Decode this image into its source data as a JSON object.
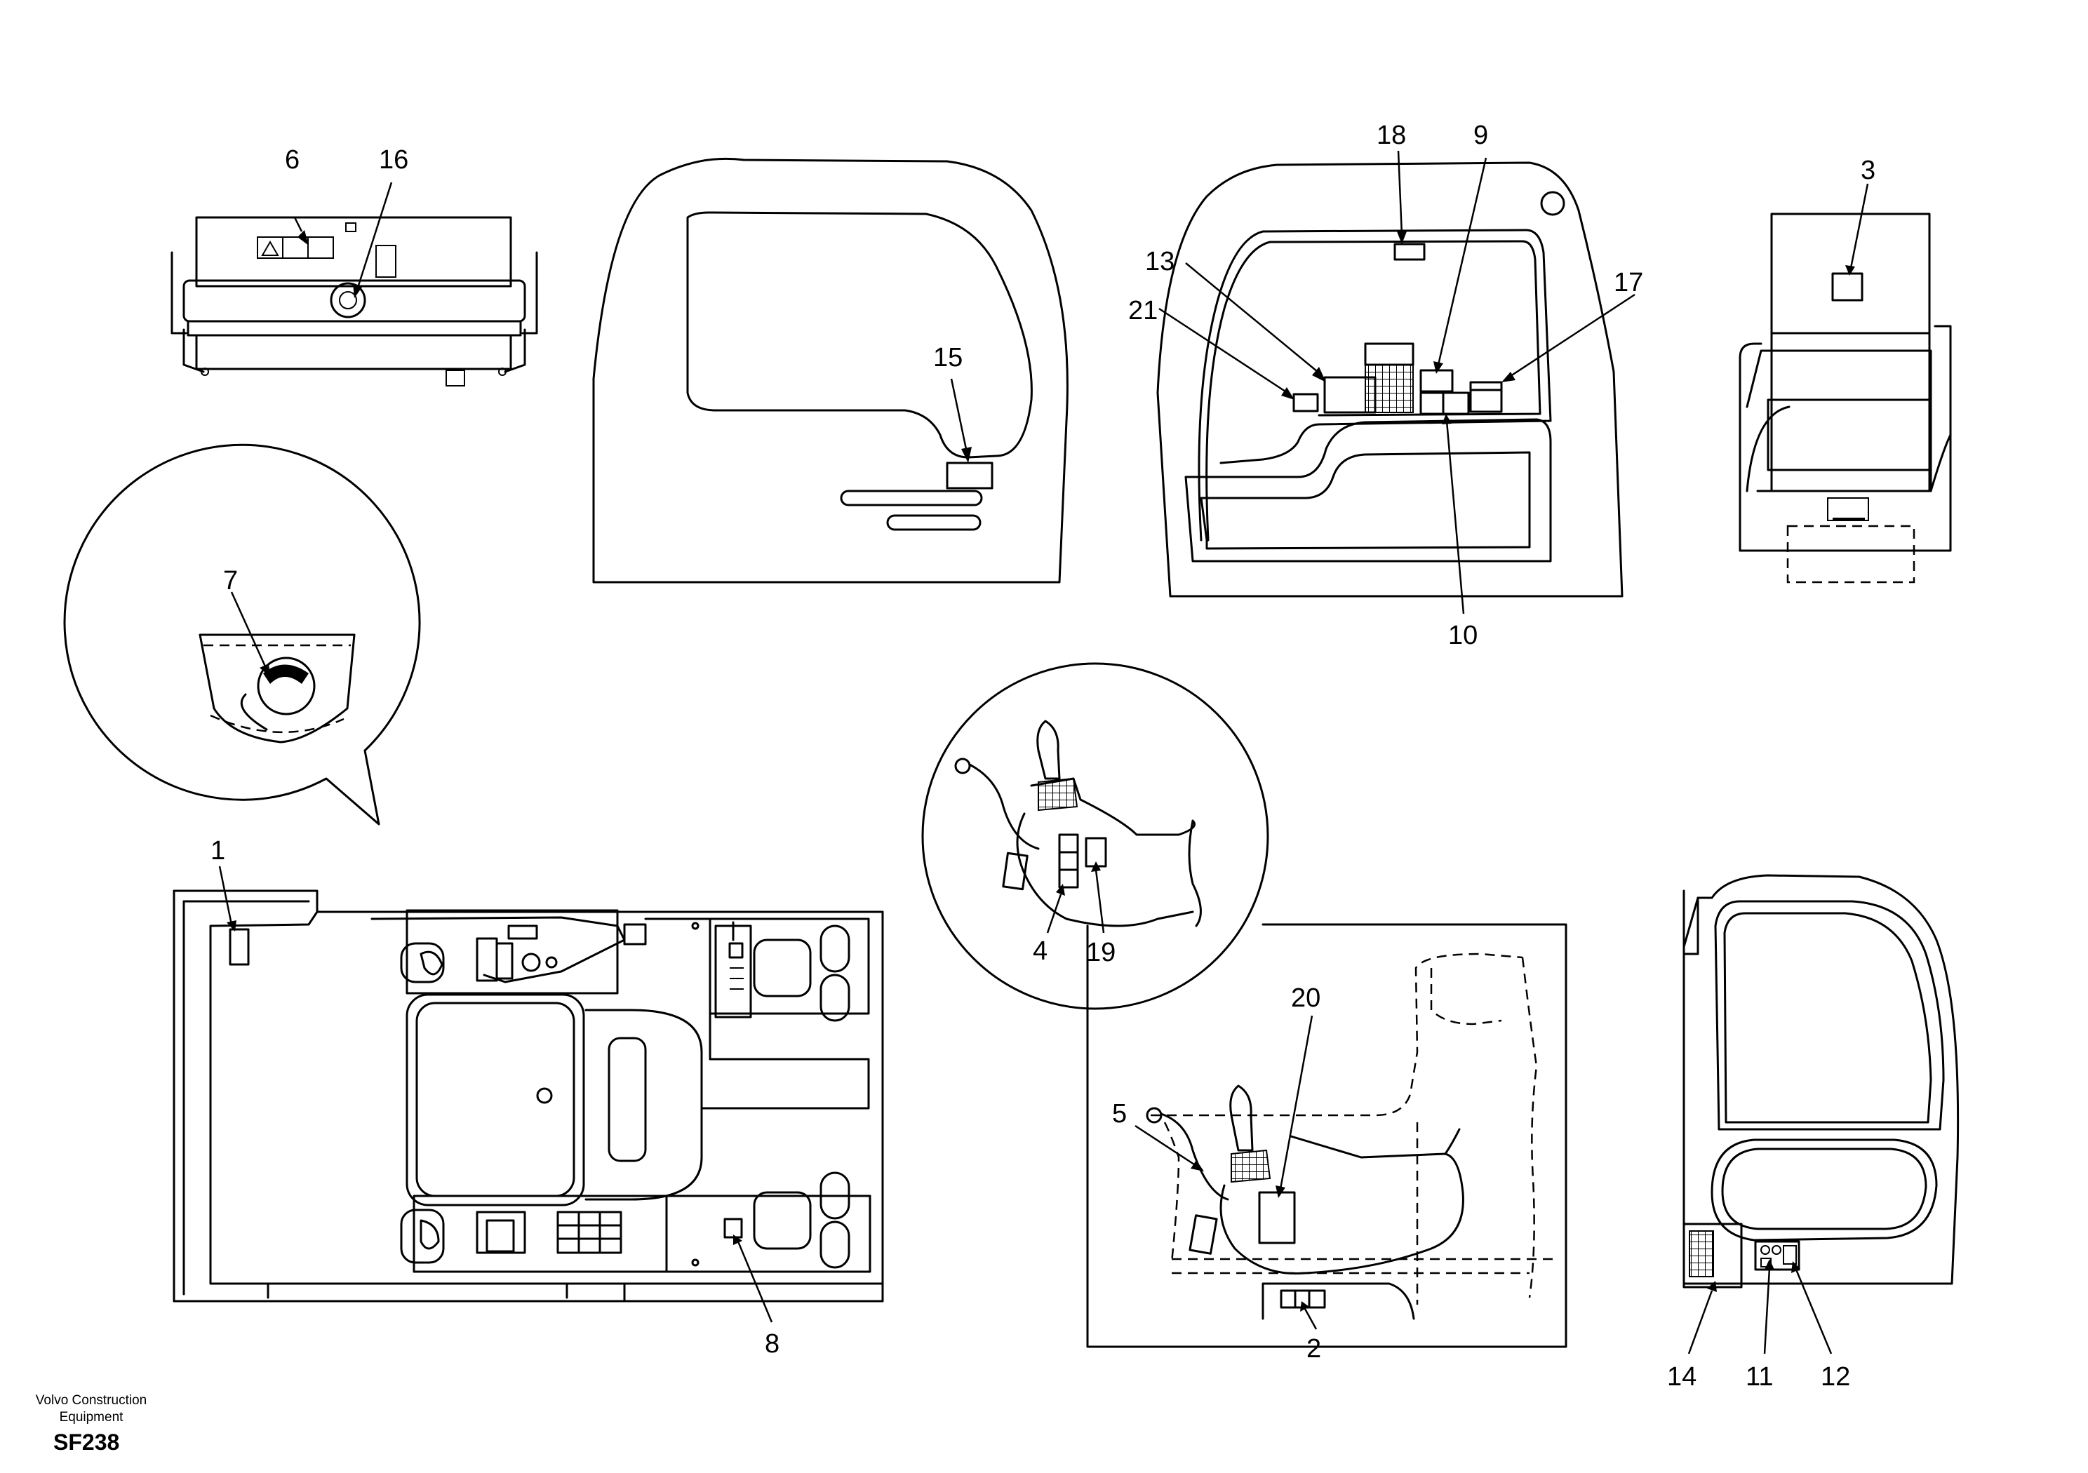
{
  "footer": {
    "brand": "Volvo Construction\nEquipment",
    "code": "SF238"
  },
  "callouts": [
    "1",
    "2",
    "3",
    "4",
    "5",
    "6",
    "7",
    "8",
    "9",
    "10",
    "11",
    "12",
    "13",
    "14",
    "15",
    "16",
    "17",
    "18",
    "19",
    "20",
    "21"
  ]
}
